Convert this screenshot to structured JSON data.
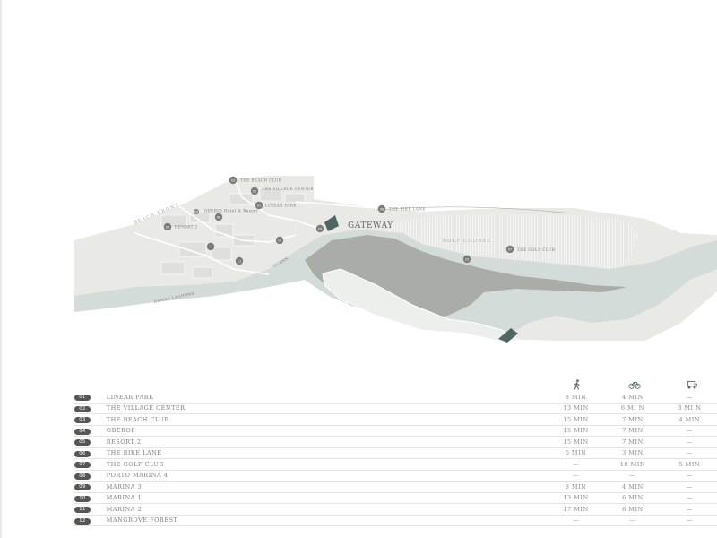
{
  "map": {
    "gateway_label": "GATEWAY",
    "area_labels": {
      "beach_front": "BEACH FRONT",
      "mangrove_forest": "MANGROVE FOREST",
      "golf_course": "GOLF COURSE",
      "canal_1": "DAMAC LAGOONS",
      "canal_2": "OCEAN"
    },
    "pins": [
      {
        "num": "01",
        "label": "LINEAR PARK"
      },
      {
        "num": "02",
        "label": "THE VILLAGE CENTER"
      },
      {
        "num": "03",
        "label": "THE BEACH CLUB"
      },
      {
        "num": "04",
        "label": "OBEROI Hotel & Resort"
      },
      {
        "num": "05",
        "label": "RESORT 2"
      },
      {
        "num": "06",
        "label": "THE BIKE LANE"
      },
      {
        "num": "07",
        "label": "THE GOLF CLUB"
      },
      {
        "num": "08",
        "label": ""
      },
      {
        "num": "09",
        "label": ""
      },
      {
        "num": "10",
        "label": ""
      },
      {
        "num": "11",
        "label": ""
      },
      {
        "num": "12",
        "label": ""
      }
    ],
    "colors": {
      "background": "#ffffff",
      "land": "#e9e9e6",
      "water": "#d3dbd9",
      "forest": "#a7aaa5",
      "golf_hatch": "#cfd0cd",
      "pin": "#7c7d79",
      "accent": "#4f6664"
    }
  },
  "legend": {
    "icons": [
      "walking-icon",
      "bicycle-icon",
      "golf-cart-icon"
    ],
    "rows": [
      {
        "num": "01",
        "name": "LINEAR PARK",
        "walk": "8 MIN",
        "bike": "4 MIN",
        "cart": "—"
      },
      {
        "num": "02",
        "name": "THE VILLAGE CENTER",
        "walk": "13 MIN",
        "bike": "6 MI N",
        "cart": "3 MI N"
      },
      {
        "num": "03",
        "name": "THE BEACH CLUB",
        "walk": "15 MIN",
        "bike": "7 MIN",
        "cart": "4 MIN"
      },
      {
        "num": "04",
        "name": "OBEROI",
        "walk": "15 MIN",
        "bike": "7 MIN",
        "cart": "—"
      },
      {
        "num": "05",
        "name": "RESORT 2",
        "walk": "15 MIN",
        "bike": "7 MIN",
        "cart": "—"
      },
      {
        "num": "06",
        "name": "THE BIKE LANE",
        "walk": "6 MIN",
        "bike": "3 MIN",
        "cart": "—"
      },
      {
        "num": "07",
        "name": "THE GOLF CLUB",
        "walk": "—",
        "bike": "10 MIN",
        "cart": "5 MIN"
      },
      {
        "num": "08",
        "name": "PORTO MARINA 4",
        "walk": "—",
        "bike": "—",
        "cart": "—"
      },
      {
        "num": "09",
        "name": "MARINA 3",
        "walk": "8 MIN",
        "bike": "4 MIN",
        "cart": "—"
      },
      {
        "num": "10",
        "name": "MARINA 1",
        "walk": "13 MIN",
        "bike": "6 MIN",
        "cart": "—"
      },
      {
        "num": "11",
        "name": "MARINA 2",
        "walk": "17 MIN",
        "bike": "8 MIN",
        "cart": "—"
      },
      {
        "num": "12",
        "name": "MANGROVE FOREST",
        "walk": "—",
        "bike": "—",
        "cart": "—"
      }
    ]
  }
}
